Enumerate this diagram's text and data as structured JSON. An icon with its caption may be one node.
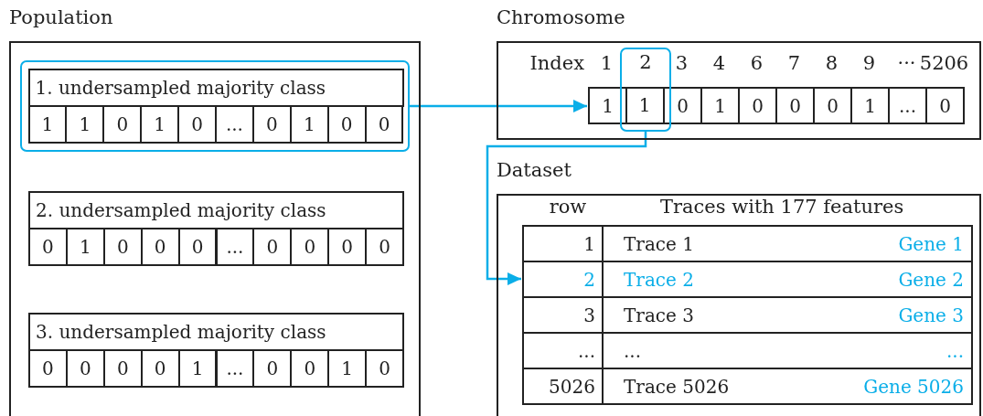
{
  "diagram": {
    "nodes": [
      {
        "text": [
          "Population"
        ]
      },
      {
        "text": [
          "1. undersampled majority class",
          "1",
          "1",
          "0",
          "1",
          "0",
          "...",
          "0",
          "1",
          "0",
          "0"
        ],
        "in": 0
      },
      {
        "text": [
          "2. undersampled majority class",
          "0",
          "1",
          "0",
          "0",
          "0",
          "...",
          "0",
          "0",
          "0",
          "0"
        ],
        "in": 0
      },
      {
        "text": [
          "3. undersampled majority class",
          "0",
          "0",
          "0",
          "0",
          "1",
          "...",
          "0",
          "0",
          "1",
          "0"
        ],
        "in": 0
      },
      {
        "text": [
          "Chromosome",
          "Index",
          "1",
          "3",
          "4",
          "6",
          "7",
          "8",
          "9",
          "···",
          "5206"
        ]
      },
      {
        "text": [
          "1",
          "0",
          "1",
          "0",
          "0",
          "0",
          "1",
          "...",
          "0"
        ],
        "in": 4
      },
      {
        "text": [
          "2",
          "1"
        ],
        "in": 4
      },
      {
        "text": [
          "Dataset",
          "row",
          "Traces with 177 features"
        ]
      },
      {
        "text": [
          "1",
          "Trace 1",
          "Gene 1"
        ],
        "in": 7
      },
      {
        "text": [
          "2",
          "Trace 2",
          "Gene 2"
        ],
        "in": 7
      },
      {
        "text": [
          "3",
          "Trace 3",
          "Gene 3"
        ],
        "in": 7
      },
      {
        "text": [
          "...",
          "...",
          "..."
        ],
        "in": 7
      },
      {
        "text": [
          "5026",
          "Trace 5026",
          "Gene 5026"
        ],
        "in": 7
      }
    ],
    "edges": [
      {
        "from": 1,
        "to": 5,
        "arrow": "to"
      },
      {
        "from": 6,
        "to": 9,
        "arrow": "to"
      }
    ]
  }
}
